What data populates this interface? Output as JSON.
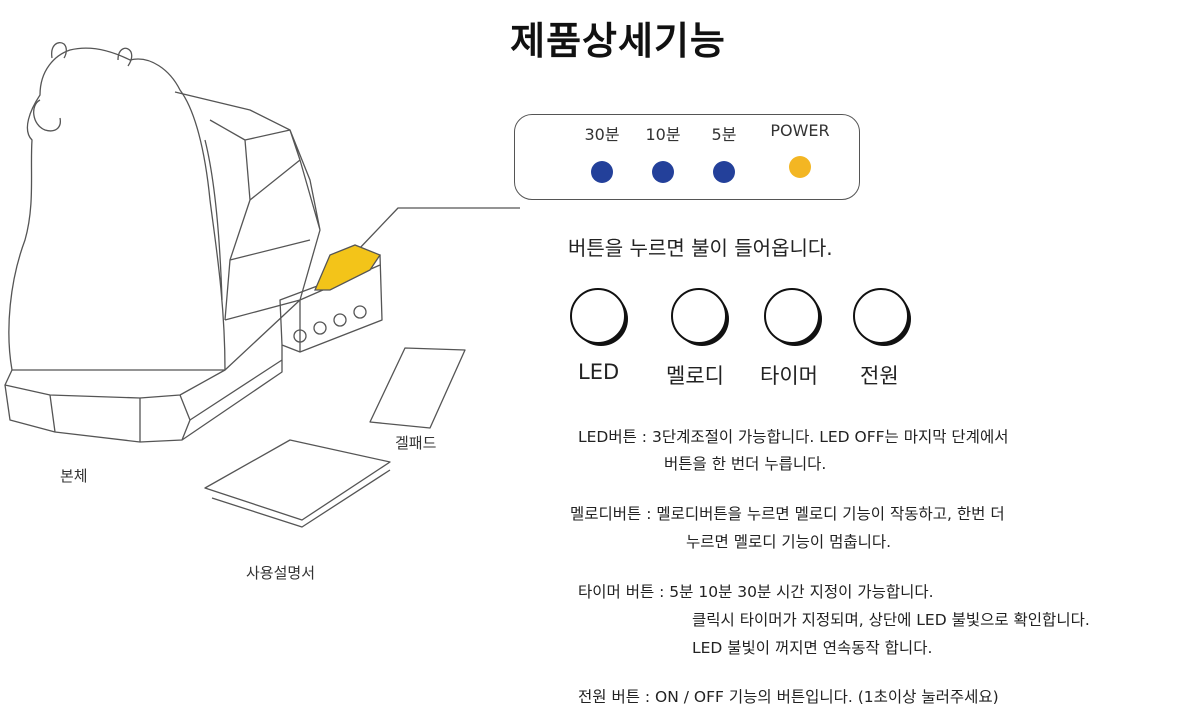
{
  "title": "제품상세기능",
  "illustration": {
    "body_label": "본체",
    "gelpad_label": "겔패드",
    "manual_label": "사용설명서"
  },
  "indicator_panel": {
    "items": [
      {
        "label": "30분",
        "color": "#23409a"
      },
      {
        "label": "10분",
        "color": "#23409a"
      },
      {
        "label": "5분",
        "color": "#23409a"
      },
      {
        "label": "POWER",
        "color": "#f3b623"
      }
    ]
  },
  "headline": "버튼을 누르면 불이 들어옵니다.",
  "buttons": [
    {
      "label": "LED"
    },
    {
      "label": "멜로디"
    },
    {
      "label": "타이머"
    },
    {
      "label": "전원"
    }
  ],
  "descriptions": [
    {
      "lines": [
        "LED버튼 : 3단계조절이 가능합니다. LED OFF는 마지막 단계에서",
        "버튼을 한 번더 누릅니다."
      ]
    },
    {
      "lines": [
        "멜로디버튼 : 멜로디버튼을 누르면 멜로디 기능이 작동하고, 한번 더",
        "누르면 멜로디 기능이 멈춥니다."
      ]
    },
    {
      "lines": [
        "타이머 버튼 : 5분 10분 30분 시간 지정이 가능합니다.",
        "클릭시 타이머가 지정되며, 상단에 LED 불빛으로 확인합니다.",
        "LED 불빛이 꺼지면 연속동작 합니다."
      ]
    },
    {
      "lines": [
        "전원 버튼 : ON / OFF 기능의 버튼입니다. (1초이상 눌러주세요)"
      ]
    }
  ],
  "colors": {
    "accent_yellow": "#f3c419",
    "blue_dot": "#23409a",
    "line": "#555555"
  }
}
